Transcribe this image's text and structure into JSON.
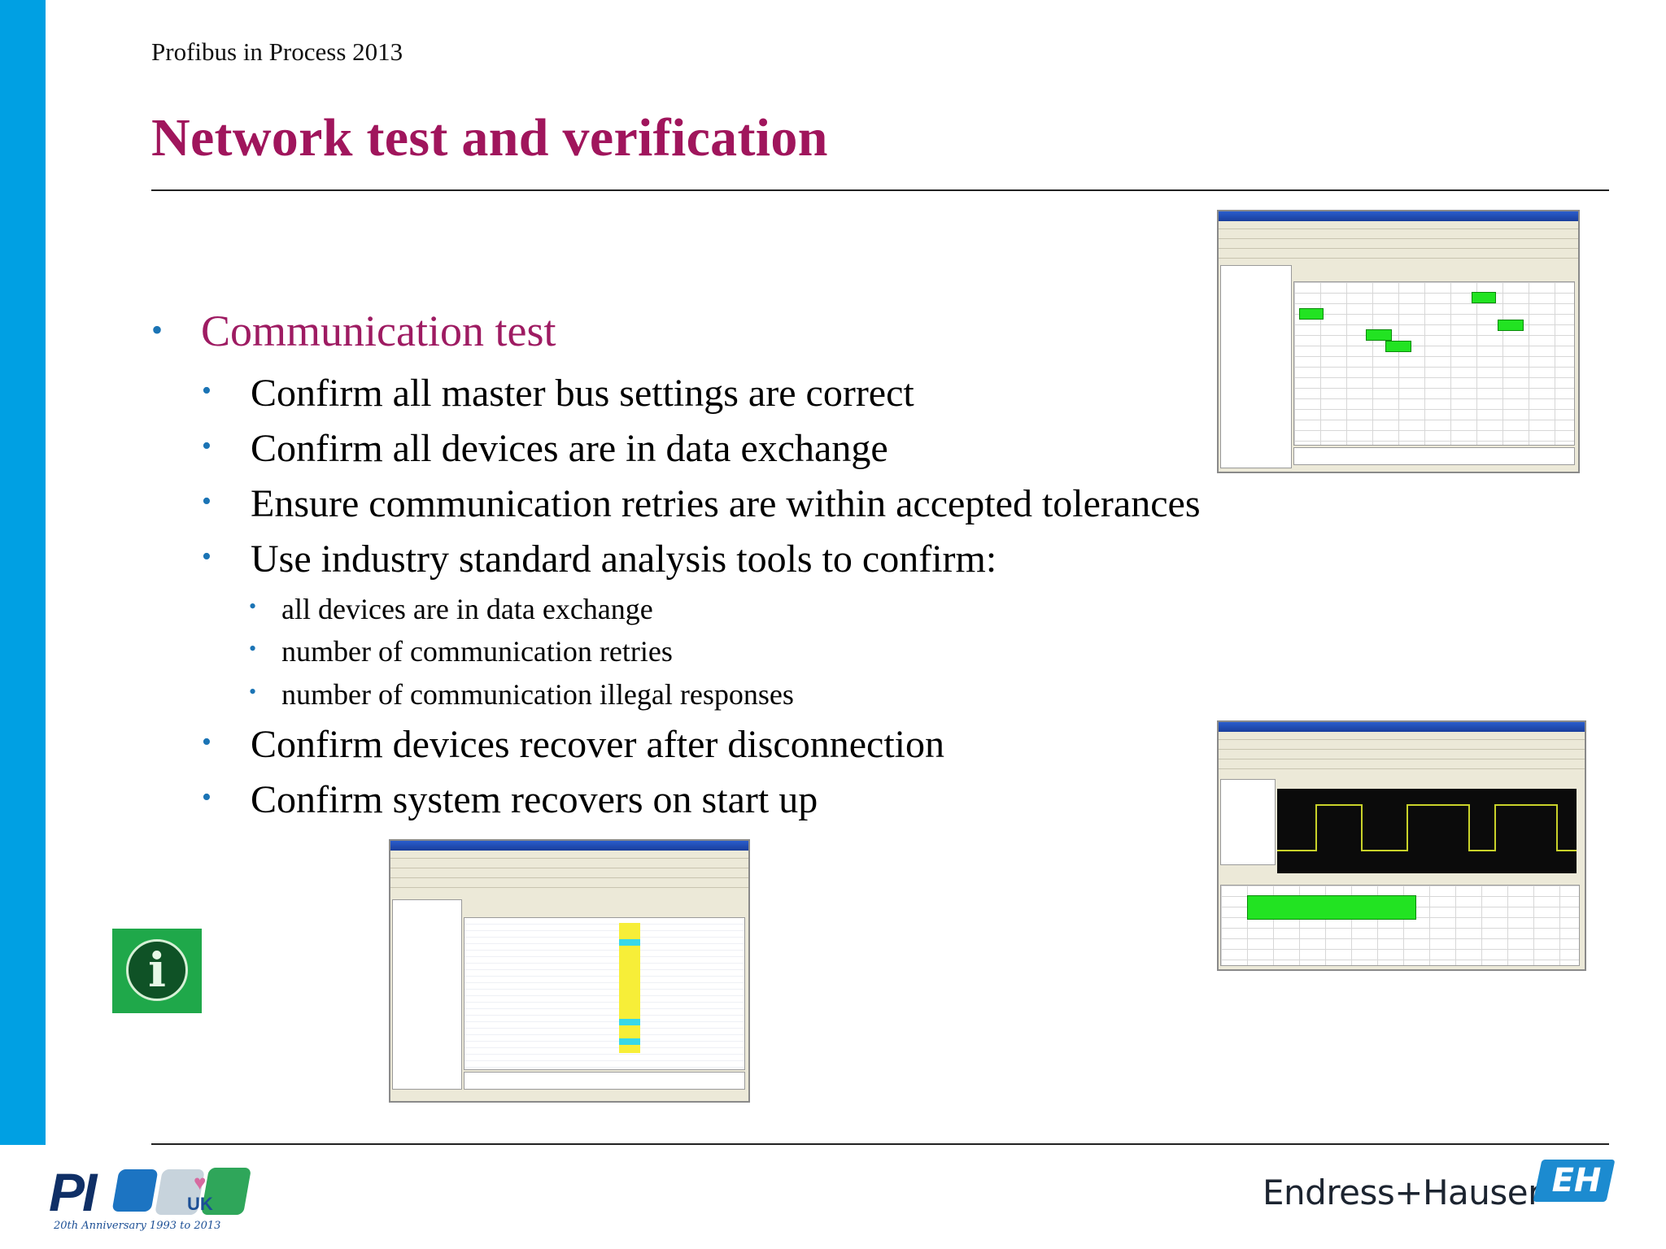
{
  "header": {
    "event": "Profibus in Process 2013",
    "title": "Network test and verification"
  },
  "bullets": {
    "heading": "Communication test",
    "items": [
      "Confirm all master bus settings are correct",
      "Confirm all devices are in data exchange",
      "Ensure communication retries are within accepted tolerances",
      "Use industry standard analysis tools to confirm:"
    ],
    "subitems": [
      "all devices are in data exchange",
      "number of communication retries",
      "number of communication illegal responses"
    ],
    "items_after": [
      "Confirm devices recover after disconnection",
      "Confirm system recovers on start up"
    ]
  },
  "info_icon": {
    "glyph": "i",
    "icon": "info-icon"
  },
  "footer": {
    "pi_logo": {
      "text": "PI",
      "uk": "UK",
      "anniversary": "20th Anniversary 1993 to 2013"
    },
    "eh_logo": {
      "text": "Endress+Hauser",
      "mark": "EH"
    }
  },
  "colors": {
    "sidebar": "#00a0e3",
    "title": "#a0155c",
    "heading_bullet": "#9e1b62",
    "bullet_dot": "#1b74b5"
  }
}
